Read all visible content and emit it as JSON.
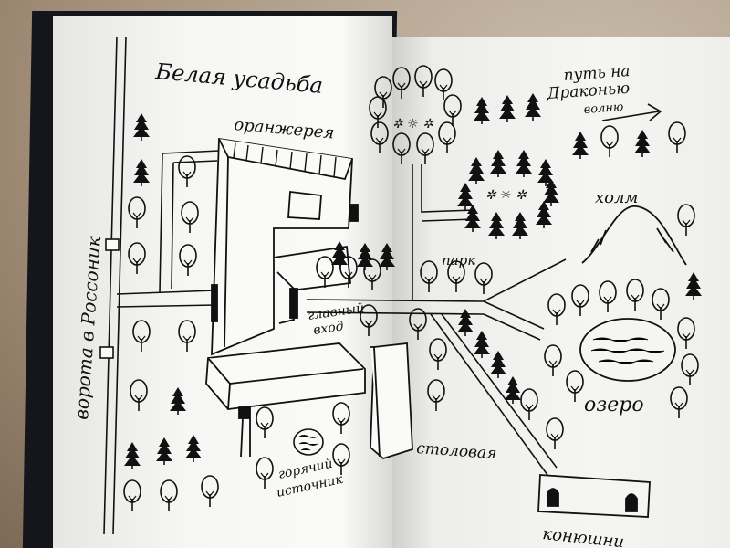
{
  "map": {
    "title": "Белая усадьба",
    "labels": {
      "orangery": "оранжерея",
      "gate": "ворота в Россоник",
      "park": "парк",
      "main_entrance_1": "главный",
      "main_entrance_2": "вход",
      "dragon_path_1": "путь на",
      "dragon_path_2": "Драконью",
      "dragon_path_3": "волню",
      "hill": "холм",
      "lake": "озеро",
      "canteen": "столовая",
      "hot_spring_1": "горячий",
      "hot_spring_2": "источник",
      "stables": "конюшни"
    },
    "symbols": "✲ ☼ ✲"
  }
}
